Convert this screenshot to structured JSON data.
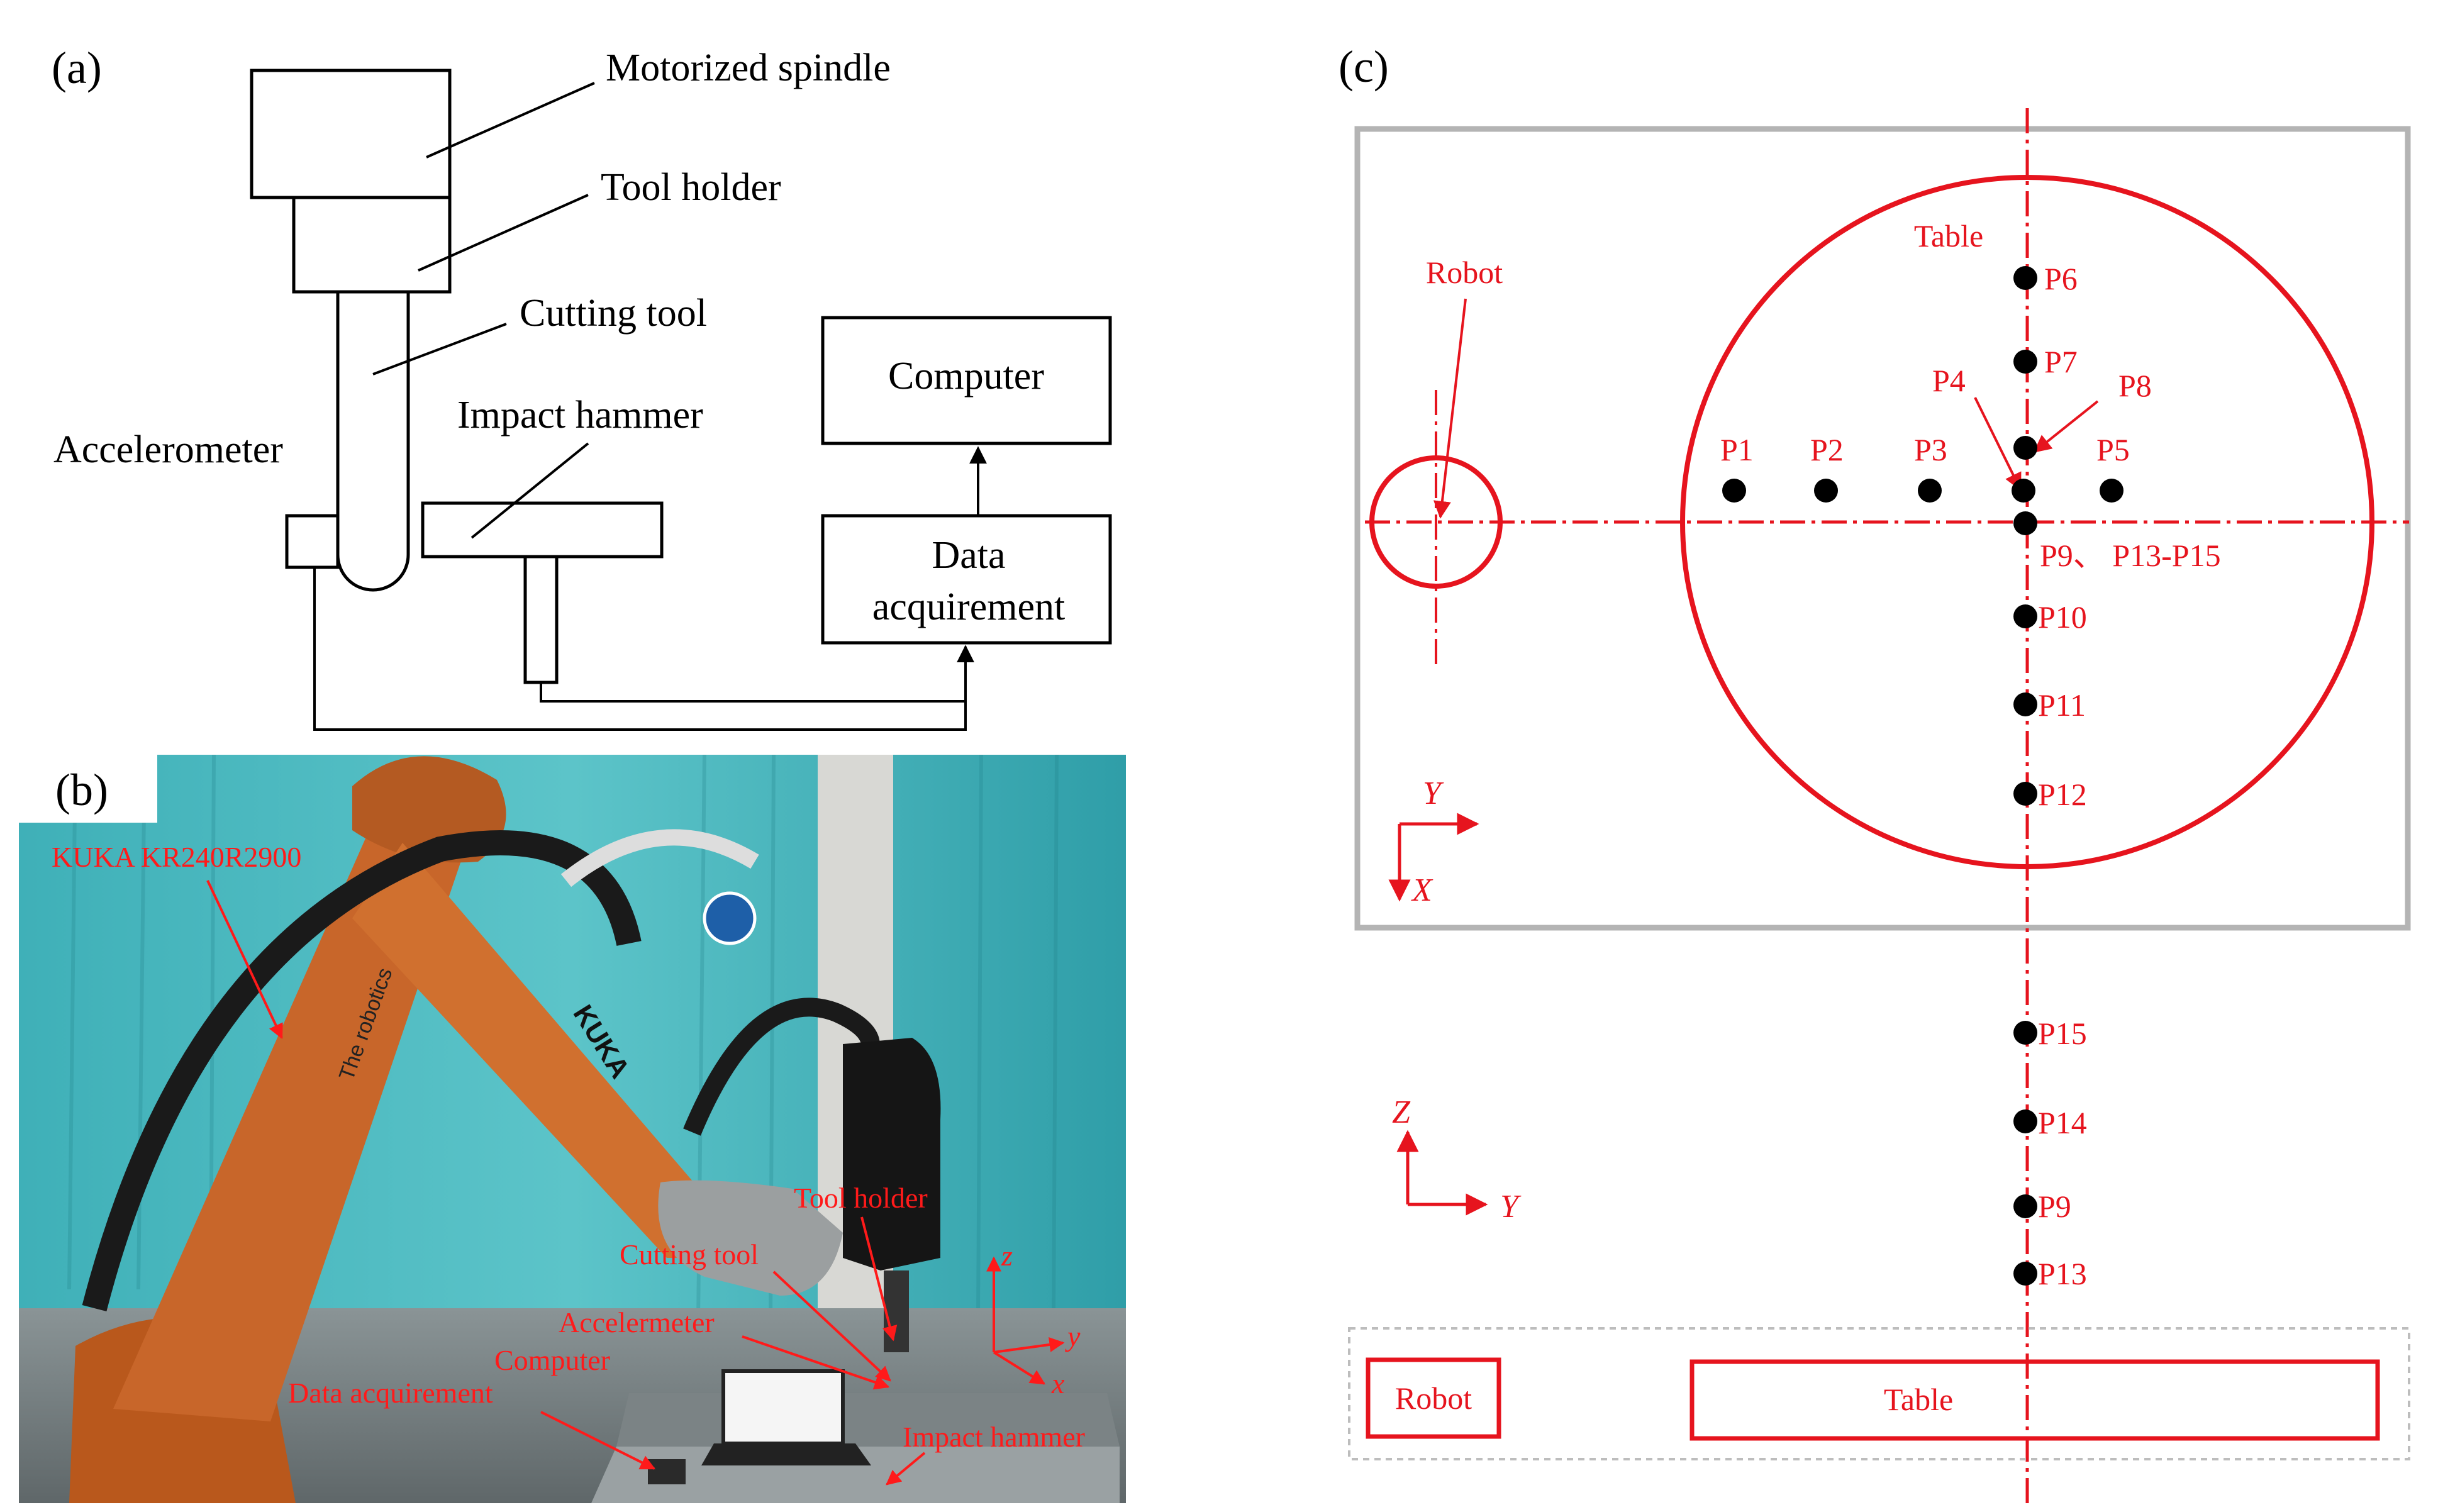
{
  "panel_a": {
    "label": "(a)",
    "motorized_spindle": "Motorized spindle",
    "tool_holder": "Tool holder",
    "cutting_tool": "Cutting tool",
    "accelerometer": "Accelerometer",
    "impact_hammer": "Impact hammer",
    "computer": "Computer",
    "data_acq_line1": "Data",
    "data_acq_line2": "acquirement"
  },
  "panel_b": {
    "label": "(b)",
    "robot_model": "KUKA KR240R2900",
    "tool_holder": "Tool holder",
    "cutting_tool": "Cutting tool",
    "accelerometer": "Accelermeter",
    "computer": "Computer",
    "data_acquirement": "Data acquirement",
    "impact_hammer": "Impact hammer",
    "axis_z": "z",
    "axis_y": "y",
    "axis_x": "x",
    "arm_brand": "KUKA",
    "arm_text": "The robotics"
  },
  "panel_c": {
    "label": "(c)",
    "robot_top": "Robot",
    "table_top": "Table",
    "points": [
      "P1",
      "P2",
      "P3",
      "P4",
      "P5",
      "P6",
      "P7",
      "P8",
      "P9、 P13-P15",
      "P10",
      "P11",
      "P12",
      "P15",
      "P14",
      "P9",
      "P13"
    ],
    "axis_top_y": "Y",
    "axis_top_x": "X",
    "axis_side_z": "Z",
    "axis_side_y": "Y",
    "robot_side": "Robot",
    "table_side": "Table"
  },
  "colors": {
    "accent_red": "#e6141e",
    "frame_gray": "#b4b4b4"
  }
}
